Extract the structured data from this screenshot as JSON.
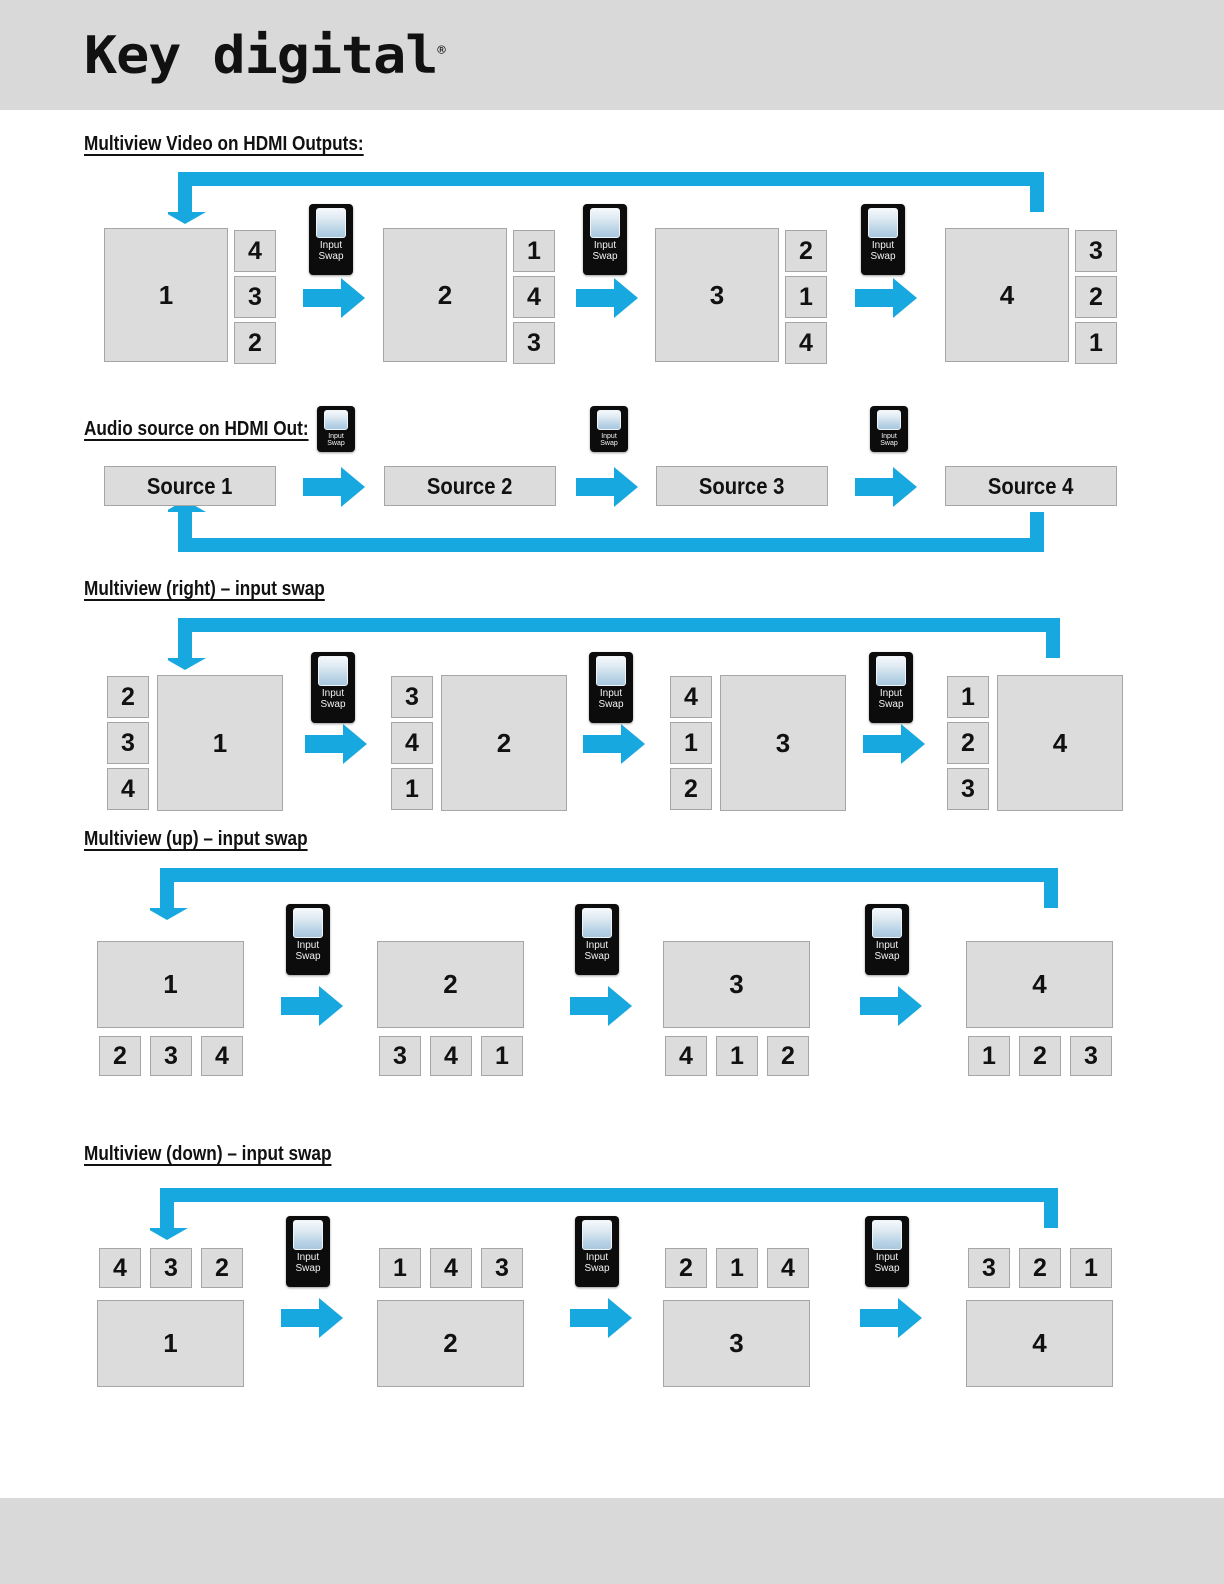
{
  "brand": {
    "logo_text": "Key digital",
    "registered_mark": "®"
  },
  "swap_button": {
    "line1": "Input",
    "line2": "Swap",
    "icon": "input-swap-button-icon"
  },
  "sections": [
    {
      "id": "multiview-video-hdmi-outputs",
      "heading": "Multiview Video on HDMI Outputs:",
      "layout": "main-left-small-right",
      "loop": "top-right-to-left-down",
      "steps": [
        {
          "main": "1",
          "small": [
            "4",
            "3",
            "2"
          ]
        },
        {
          "main": "2",
          "small": [
            "1",
            "4",
            "3"
          ]
        },
        {
          "main": "3",
          "small": [
            "2",
            "1",
            "4"
          ]
        },
        {
          "main": "4",
          "small": [
            "3",
            "2",
            "1"
          ]
        }
      ]
    },
    {
      "id": "audio-source-on-hdmi-out",
      "heading": "Audio source on HDMI Out:",
      "layout": "source-row",
      "loop": "bottom-right-to-left-up",
      "steps": [
        {
          "label": "Source 1"
        },
        {
          "label": "Source 2"
        },
        {
          "label": "Source 3"
        },
        {
          "label": "Source 4"
        }
      ]
    },
    {
      "id": "multiview-right-input-swap",
      "heading": "Multiview (right) – input swap",
      "layout": "small-left-main-right",
      "loop": "top-right-to-left-down",
      "steps": [
        {
          "main": "1",
          "small": [
            "2",
            "3",
            "4"
          ]
        },
        {
          "main": "2",
          "small": [
            "3",
            "4",
            "1"
          ]
        },
        {
          "main": "3",
          "small": [
            "4",
            "1",
            "2"
          ]
        },
        {
          "main": "4",
          "small": [
            "1",
            "2",
            "3"
          ]
        }
      ]
    },
    {
      "id": "multiview-up-input-swap",
      "heading": "Multiview (up) – input swap",
      "layout": "main-top-small-bottom",
      "loop": "top-right-to-left-down",
      "steps": [
        {
          "main": "1",
          "small": [
            "2",
            "3",
            "4"
          ]
        },
        {
          "main": "2",
          "small": [
            "3",
            "4",
            "1"
          ]
        },
        {
          "main": "3",
          "small": [
            "4",
            "1",
            "2"
          ]
        },
        {
          "main": "4",
          "small": [
            "1",
            "2",
            "3"
          ]
        }
      ]
    },
    {
      "id": "multiview-down-input-swap",
      "heading": "Multiview (down) – input swap",
      "layout": "small-top-main-bottom",
      "loop": "top-right-to-left-down",
      "steps": [
        {
          "main": "1",
          "small": [
            "4",
            "3",
            "2"
          ]
        },
        {
          "main": "2",
          "small": [
            "1",
            "4",
            "3"
          ]
        },
        {
          "main": "3",
          "small": [
            "2",
            "1",
            "4"
          ]
        },
        {
          "main": "4",
          "small": [
            "3",
            "2",
            "1"
          ]
        }
      ]
    }
  ],
  "colors": {
    "accent_blue": "#18A8E0",
    "band_gray": "#D9D9D9",
    "box_fill": "#DCDCDC",
    "box_border": "#A6A6A6",
    "button_black": "#0C0C0C"
  }
}
